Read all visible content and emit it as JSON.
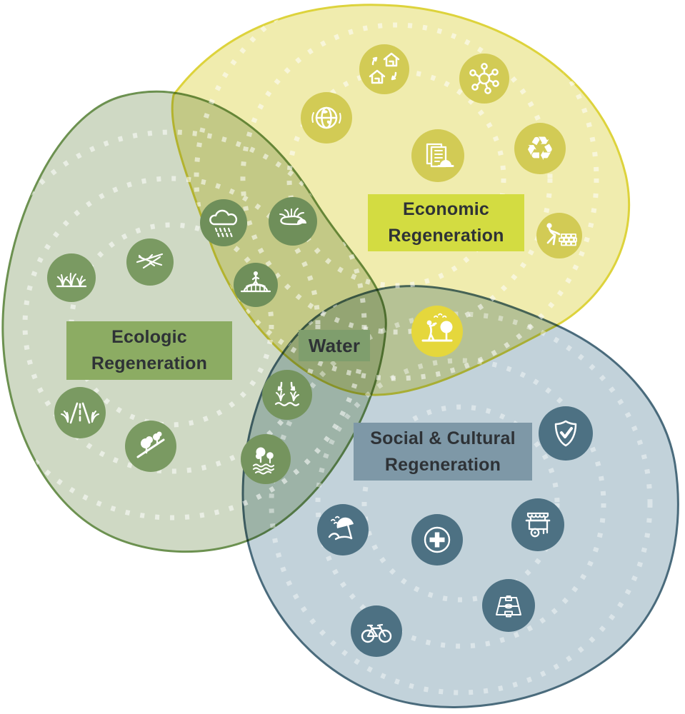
{
  "diagram": {
    "regions": {
      "economic": {
        "label": "Economic\nRegeneration",
        "blob_fill": "#f0ecae",
        "blob_stroke": "#ddd33c",
        "label_bg": "#d3dc41"
      },
      "ecologic": {
        "label": "Ecologic\nRegeneration",
        "blob_fill": "#cfd9c4",
        "blob_stroke": "#6c9150",
        "label_bg": "#8cac63"
      },
      "social": {
        "label": "Social & Cultural\nRegeneration",
        "blob_fill": "#c2d2da",
        "blob_stroke": "#4a6b7c",
        "label_bg": "#7e98a7"
      },
      "water": {
        "label": "Water",
        "label_bg": "#7f9e6d"
      }
    },
    "icons": {
      "economic": [
        "housing-exchange",
        "network",
        "globe",
        "construction-plan",
        "recycling",
        "bricklaying"
      ],
      "economic_ecologic_overlap": [
        "rain-cloud",
        "pond",
        "bridge-crossing"
      ],
      "ecologic": [
        "grasses",
        "branches",
        "green-road",
        "trees-on-slope"
      ],
      "ecologic_social_overlap": [
        "water-infiltration",
        "trees-on-water"
      ],
      "economic_social_overlap": [
        "birdwatching"
      ],
      "social": [
        "shield-check",
        "beach",
        "health-plus",
        "food-cart",
        "bicycle",
        "soccer-field"
      ]
    },
    "glyphs": {
      "recycling": "♻"
    },
    "colors": {
      "icon_chip_yellow": "#d2cb55",
      "icon_chip_green": "#75945e",
      "icon_chip_blue": "#4d7183",
      "icon_chip_bright_yellow": "#e5d73c",
      "icon_glyph": "#ffffff",
      "text": "#2e3236",
      "background": "#ffffff"
    }
  }
}
